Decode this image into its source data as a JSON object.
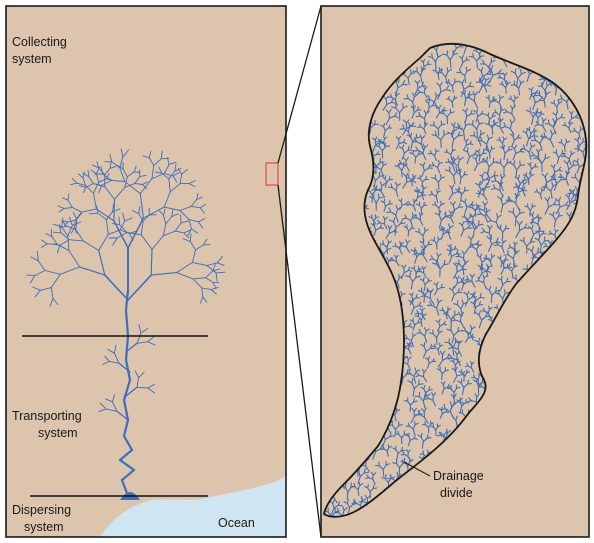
{
  "labels": {
    "collecting_line1": "Collecting",
    "collecting_line2": "system",
    "transporting_line1": "Transporting",
    "transporting_line2": "system",
    "dispersing_line1": "Dispersing",
    "dispersing_line2": "system",
    "ocean": "Ocean",
    "divide_line1": "Drainage",
    "divide_line2": "divide"
  },
  "colors": {
    "land": "#dcc4ad",
    "stream": "#3f6fb8",
    "ocean": "#cfe6f2",
    "outline": "#1a1a1a",
    "highlight": "#e24b4b"
  }
}
